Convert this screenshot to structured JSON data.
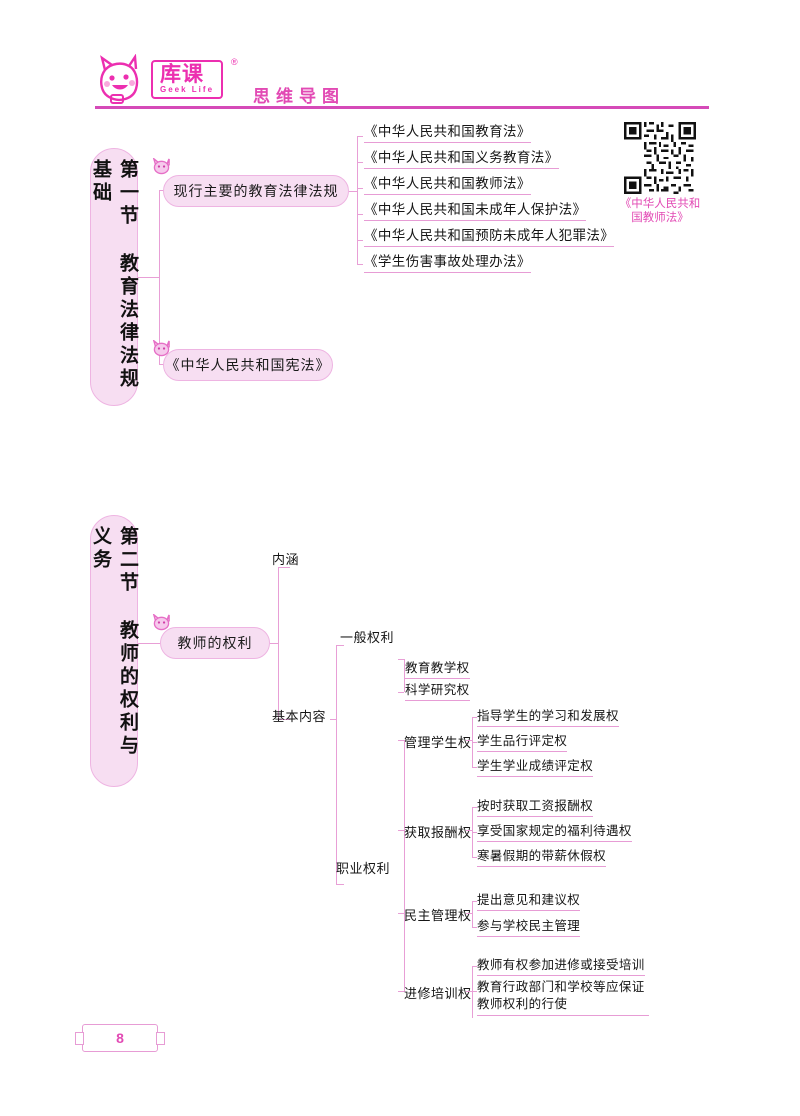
{
  "header": {
    "logo_cn": "库课",
    "logo_en": "Geek Life",
    "reg_mark": "®",
    "title": "思维导图"
  },
  "section1": {
    "title": "第一节  教育法律法规基础",
    "branches": [
      {
        "label": "现行主要的教育法律法规",
        "items": [
          "《中华人民共和国教育法》",
          "《中华人民共和国义务教育法》",
          "《中华人民共和国教师法》",
          "《中华人民共和国未成年人保护法》",
          "《中华人民共和国预防未成年人犯罪法》",
          "《学生伤害事故处理办法》"
        ]
      },
      {
        "label": "《中华人民共和国宪法》",
        "items": []
      }
    ],
    "qr_caption_line1": "《中华人民共和",
    "qr_caption_line2": "国教师法》"
  },
  "section2": {
    "title": "第二节  教师的权利与义务",
    "branch": "教师的权利",
    "sub1": "内涵",
    "sub2": "基本内容",
    "general_rights": "一般权利",
    "professional_rights": "职业权利",
    "general_items": [
      "教育教学权",
      "科学研究权"
    ],
    "groups": [
      {
        "label": "管理学生权",
        "items": [
          "指导学生的学习和发展权",
          "学生品行评定权",
          "学生学业成绩评定权"
        ]
      },
      {
        "label": "获取报酬权",
        "items": [
          "按时获取工资报酬权",
          "享受国家规定的福利待遇权",
          "寒暑假期的带薪休假权"
        ]
      },
      {
        "label": "民主管理权",
        "items": [
          "提出意见和建议权",
          "参与学校民主管理"
        ]
      },
      {
        "label": "进修培训权",
        "items": [
          "教师有权参加进修或接受培训",
          "教育行政部门和学校等应保证教师权利的行使"
        ]
      }
    ]
  },
  "footer": {
    "page_number": "8"
  },
  "colors": {
    "accent": "#e24ab4",
    "line": "#e89fd6",
    "pill_fill": "#f7def2",
    "pill_border": "#eeb4e2"
  }
}
